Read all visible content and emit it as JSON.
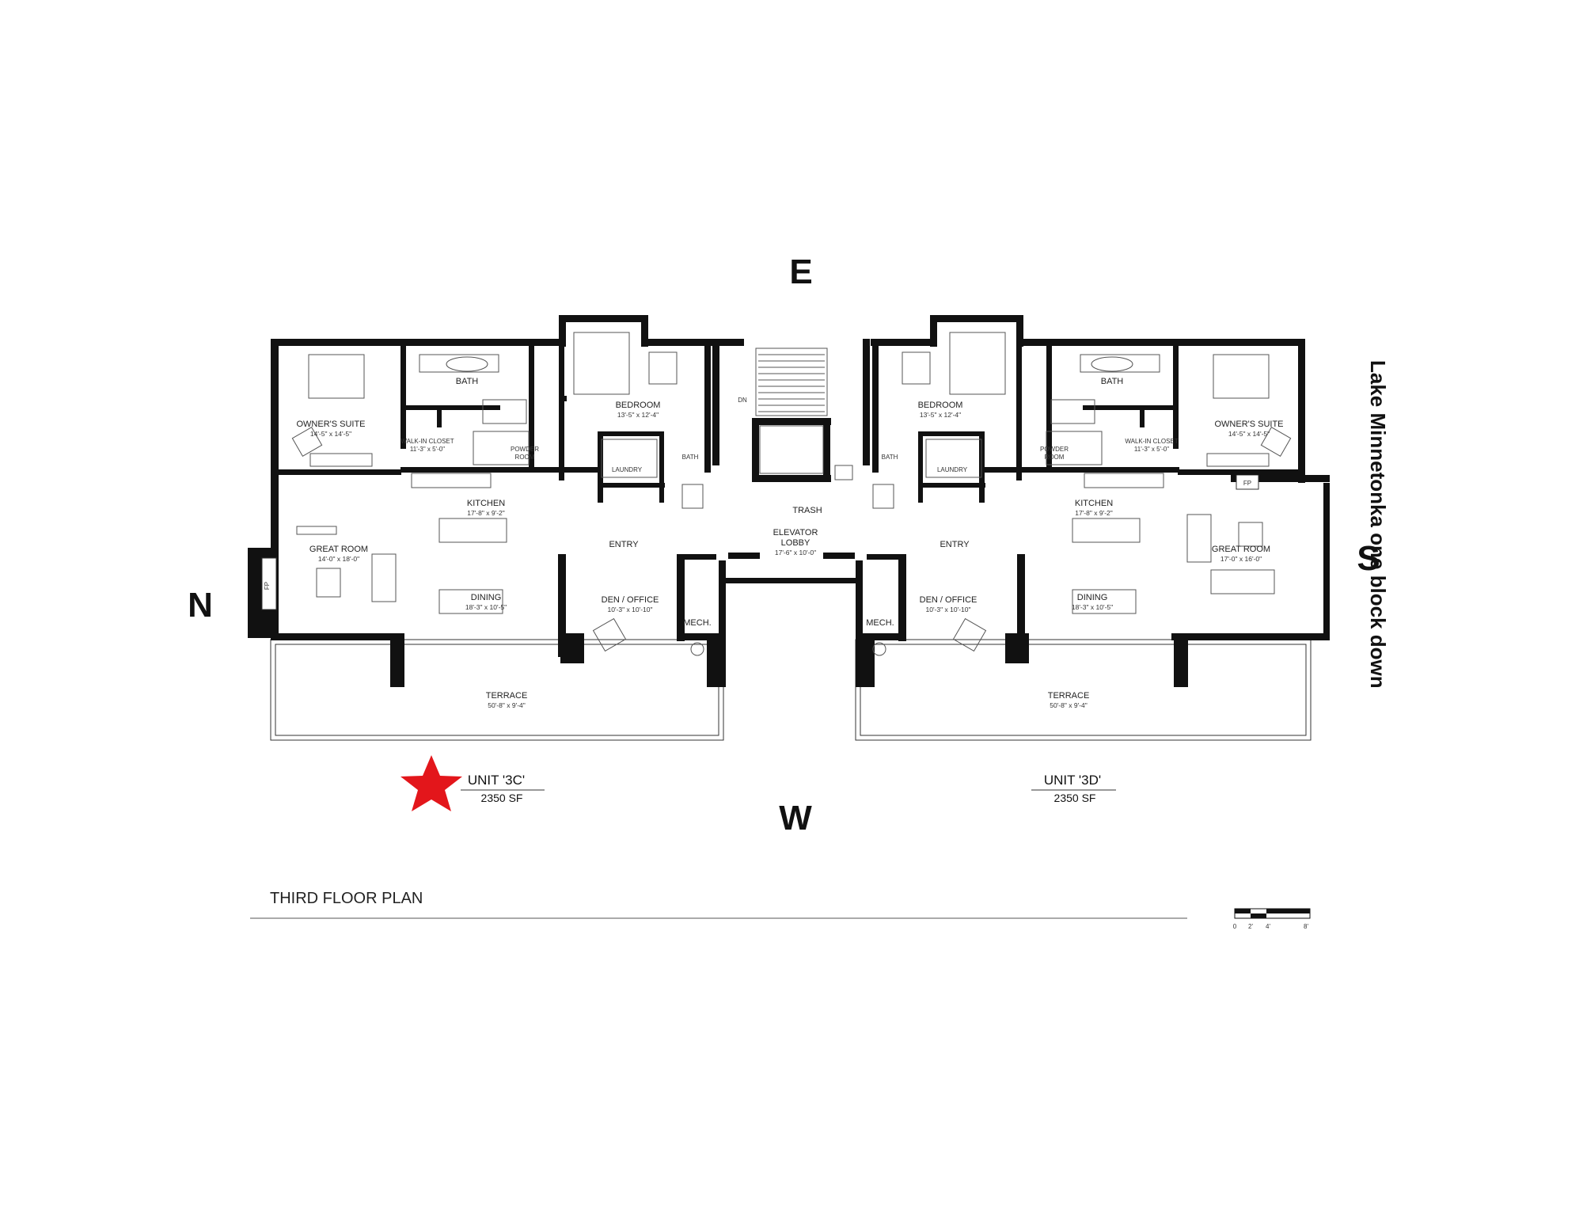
{
  "compass": {
    "east": "E",
    "west": "W",
    "north": "N",
    "south": "S"
  },
  "annotation": {
    "lake": "Lake Minnetonka one block down"
  },
  "plan_title": "THIRD FLOOR PLAN",
  "scale_bar": {
    "labels": [
      "0",
      "2'",
      "4'",
      "8'"
    ]
  },
  "marker": {
    "color": "#e3161b",
    "icon": "star-icon"
  },
  "units": [
    {
      "name": "UNIT '3C'",
      "area": "2350 SF"
    },
    {
      "name": "UNIT '3D'",
      "area": "2350 SF"
    }
  ],
  "common": {
    "lobby_name": "ELEVATOR\nLOBBY",
    "lobby_line1": "ELEVATOR",
    "lobby_line2": "LOBBY",
    "lobby_dim": "17'-6\" x 10'-0\"",
    "trash": "TRASH",
    "stair_dn": "DN"
  },
  "unit_3c": {
    "owners_suite": "OWNER'S SUITE",
    "owners_suite_dim": "14'-5\" x 14'-5\"",
    "bath": "BATH",
    "walk_in_closet": "WALK-IN CLOSET",
    "walk_in_closet_dim": "11'-3\" x 5'-0\"",
    "powder_line1": "POWDER",
    "powder_line2": "ROOM",
    "bedroom": "BEDROOM",
    "bedroom_dim": "13'-5\" x 12'-4\"",
    "laundry": "LAUNDRY",
    "bath2": "BATH",
    "kitchen": "KITCHEN",
    "kitchen_dim": "17'-8\" x 9'-2\"",
    "great_room": "GREAT ROOM",
    "great_room_dim": "14'-0\" x 18'-0\"",
    "fp": "FP",
    "dining": "DINING",
    "dining_dim": "18'-3\" x 10'-5\"",
    "entry": "ENTRY",
    "den": "DEN / OFFICE",
    "den_dim": "10'-3\" x 10'-10\"",
    "mech": "MECH.",
    "terrace": "TERRACE",
    "terrace_dim": "50'-8\" x 9'-4\""
  },
  "unit_3d": {
    "owners_suite": "OWNER'S SUITE",
    "owners_suite_dim": "14'-5\" x 14'-5\"",
    "bath": "BATH",
    "walk_in_closet": "WALK-IN CLOSET",
    "walk_in_closet_dim": "11'-3\" x 5'-0\"",
    "powder_line1": "POWDER",
    "powder_line2": "ROOM",
    "bedroom": "BEDROOM",
    "bedroom_dim": "13'-5\" x 12'-4\"",
    "laundry": "LAUNDRY",
    "bath2": "BATH",
    "kitchen": "KITCHEN",
    "kitchen_dim": "17'-8\" x 9'-2\"",
    "great_room": "GREAT ROOM",
    "great_room_dim": "17'-0\" x 16'-0\"",
    "fp": "FP",
    "dining": "DINING",
    "dining_dim": "18'-3\" x 10'-5\"",
    "entry": "ENTRY",
    "den": "DEN / OFFICE",
    "den_dim": "10'-3\" x 10'-10\"",
    "mech": "MECH.",
    "terrace": "TERRACE",
    "terrace_dim": "50'-8\" x 9'-4\""
  }
}
